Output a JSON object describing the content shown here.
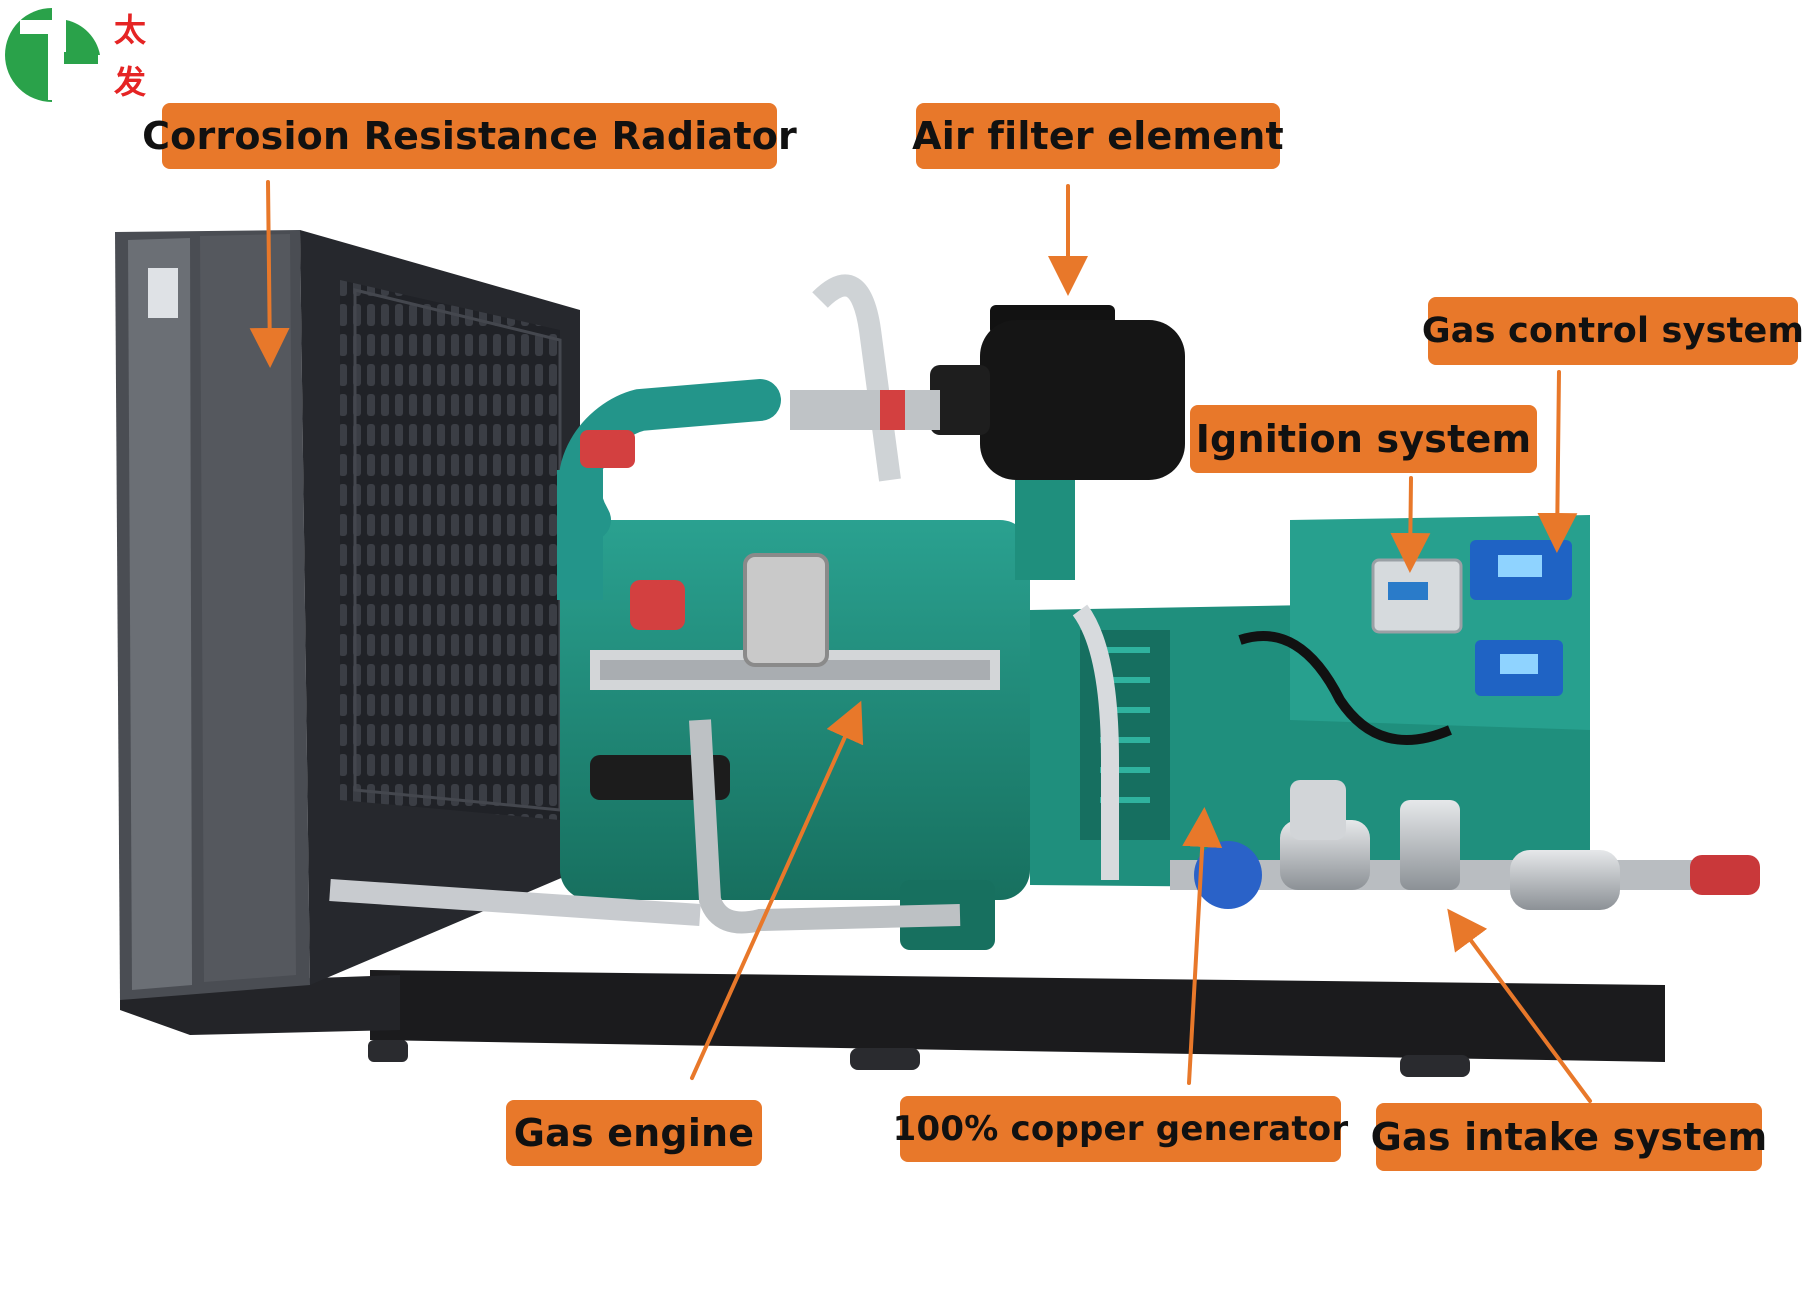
{
  "logo": {
    "brand_color": "#2aa24a",
    "accent_color": "#e52424",
    "chars": [
      "太",
      "发"
    ]
  },
  "labels": {
    "radiator": "Corrosion Resistance Radiator",
    "air_filter": "Air filter element",
    "gas_control": "Gas control system",
    "ignition": "Ignition system",
    "gas_engine": "Gas engine",
    "copper_generator": "100% copper generator",
    "gas_intake": "Gas intake system"
  },
  "colors": {
    "label_bg": "#e8782a",
    "arrow": "#e8782a",
    "engine_teal": "#1f8f7d",
    "radiator_dark": "#2a2c31",
    "frame_black": "#1b1b1d",
    "control_blue": "#1f63c4"
  }
}
